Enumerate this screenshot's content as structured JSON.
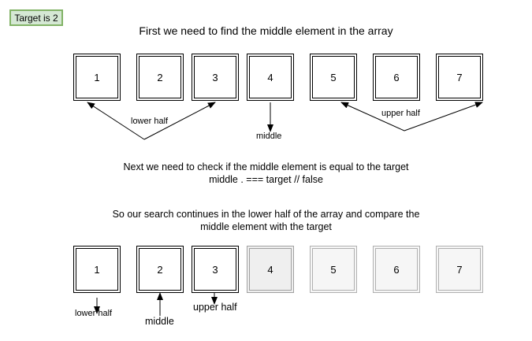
{
  "target_badge": "Target is 2",
  "captions": {
    "step1": "First we need to find the middle element in the array",
    "step2_line1": "Next we need to check if  the middle element is equal to the target",
    "step2_line2": "middle . === target // false",
    "step3_line1": "So our search continues in the lower half of the array and compare the",
    "step3_line2": "middle element with the target"
  },
  "array1": [
    "1",
    "2",
    "3",
    "4",
    "5",
    "6",
    "7"
  ],
  "array2": [
    "1",
    "2",
    "3",
    "4",
    "5",
    "6",
    "7"
  ],
  "labels1": {
    "lower_half": "lower half",
    "upper_half": "upper half",
    "middle": "middle"
  },
  "labels2": {
    "lower_half": "lower half",
    "middle": "middle",
    "upper_half": "upper half"
  },
  "colors": {
    "badge_fill": "#d5e8d4",
    "badge_border": "#82b366",
    "stroke": "#000000"
  }
}
